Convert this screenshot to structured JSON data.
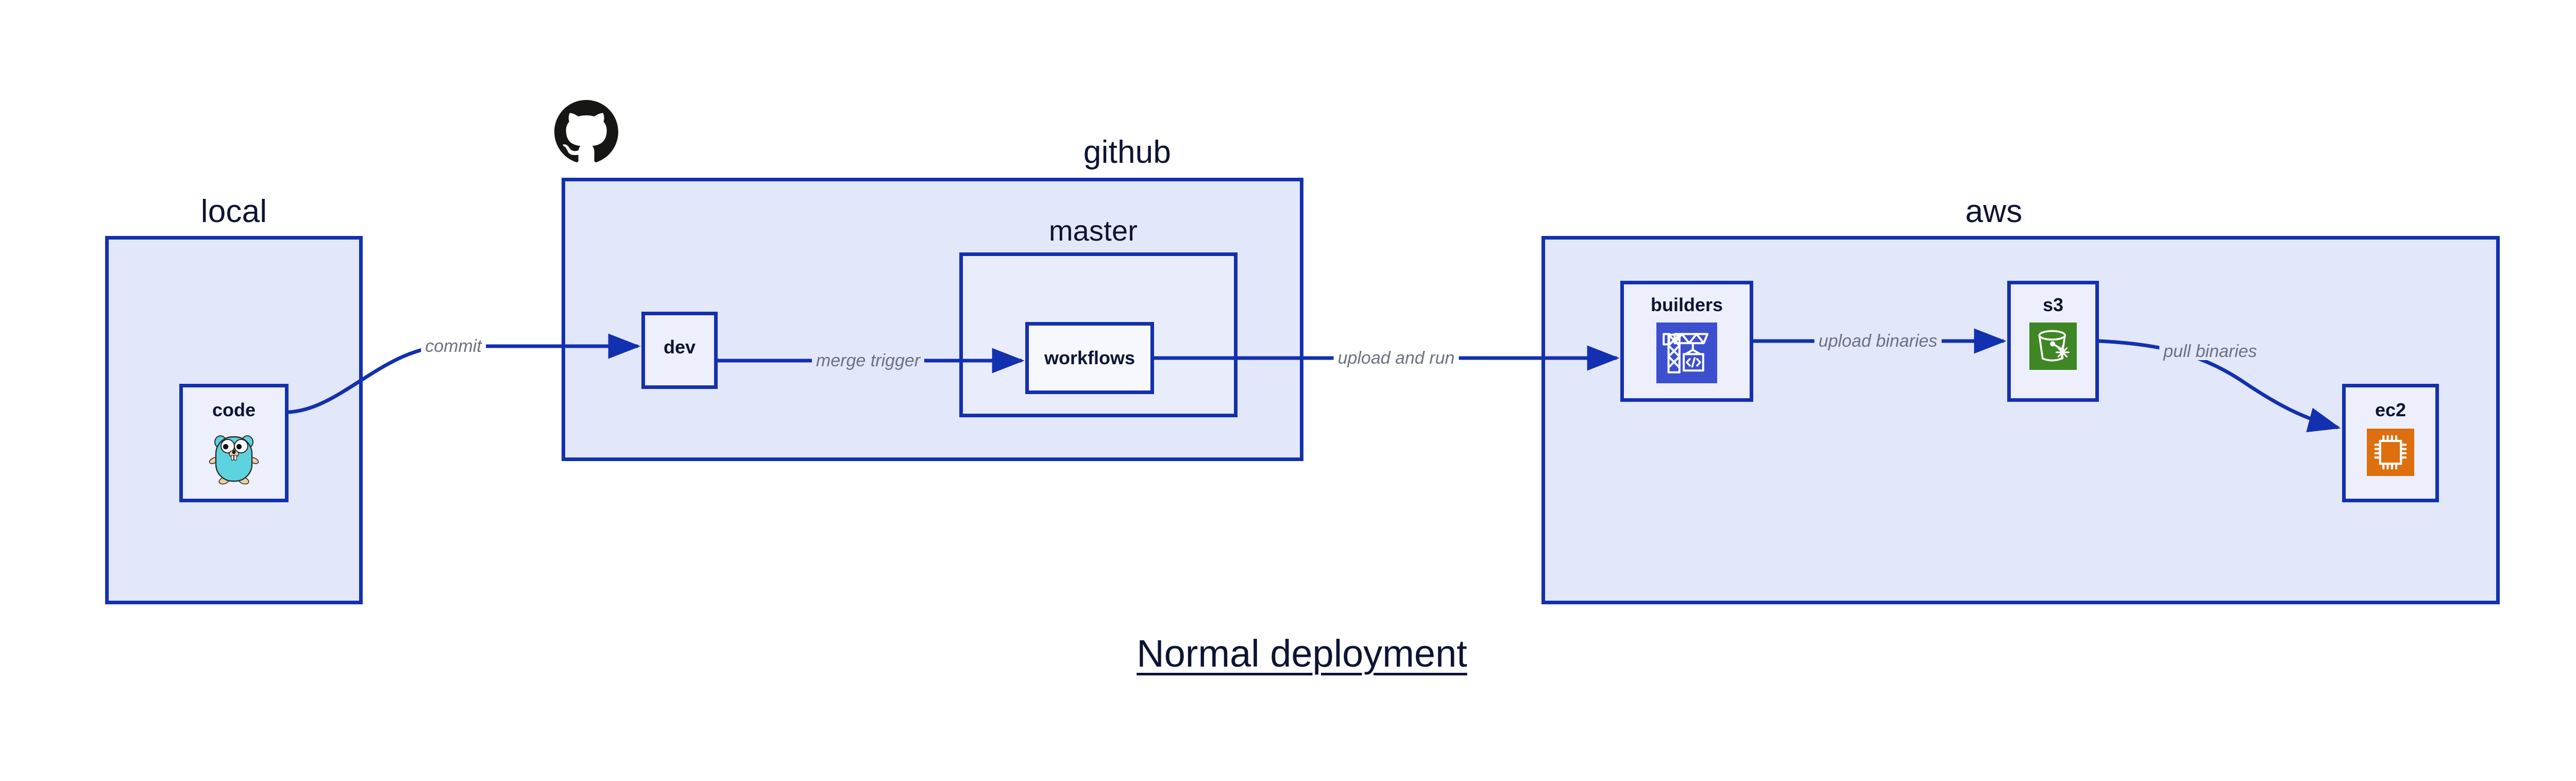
{
  "title": "Normal deployment",
  "colors": {
    "border": "#1230b0",
    "group_fill": "#e2e7f9",
    "node_fill": "#edf0fc",
    "node_fill_light": "#f7f8fd",
    "edge": "#1230b0",
    "edge_label": "#6b7280",
    "text": "#0d1333",
    "builders_icon_bg": "#3c4fce",
    "s3_icon_bg": "#3f8624",
    "ec2_icon_bg": "#dd6f0f",
    "gopher_body": "#5ed3e0",
    "github_mark": "#161614"
  },
  "groups": [
    {
      "id": "local",
      "label": "local"
    },
    {
      "id": "github",
      "label": "github"
    },
    {
      "id": "master",
      "label": "master"
    },
    {
      "id": "aws",
      "label": "aws"
    }
  ],
  "nodes": [
    {
      "id": "code",
      "label": "code",
      "icon": "go-gopher-icon"
    },
    {
      "id": "dev",
      "label": "dev",
      "icon": null
    },
    {
      "id": "workflows",
      "label": "workflows",
      "icon": null
    },
    {
      "id": "builders",
      "label": "builders",
      "icon": "crane-code-icon"
    },
    {
      "id": "s3",
      "label": "s3",
      "icon": "s3-bucket-icon"
    },
    {
      "id": "ec2",
      "label": "ec2",
      "icon": "cpu-chip-icon"
    }
  ],
  "edges": [
    {
      "id": "commit",
      "label": "commit",
      "from": "code",
      "to": "dev"
    },
    {
      "id": "merge-trigger",
      "label": "merge trigger",
      "from": "dev",
      "to": "workflows"
    },
    {
      "id": "upload-and-run",
      "label": "upload and run",
      "from": "workflows",
      "to": "builders"
    },
    {
      "id": "upload-binaries",
      "label": "upload binaries",
      "from": "builders",
      "to": "s3"
    },
    {
      "id": "pull-binaries",
      "label": "pull binaries",
      "from": "s3",
      "to": "ec2"
    }
  ],
  "icons": {
    "github_mark": "github-octocat-icon"
  }
}
